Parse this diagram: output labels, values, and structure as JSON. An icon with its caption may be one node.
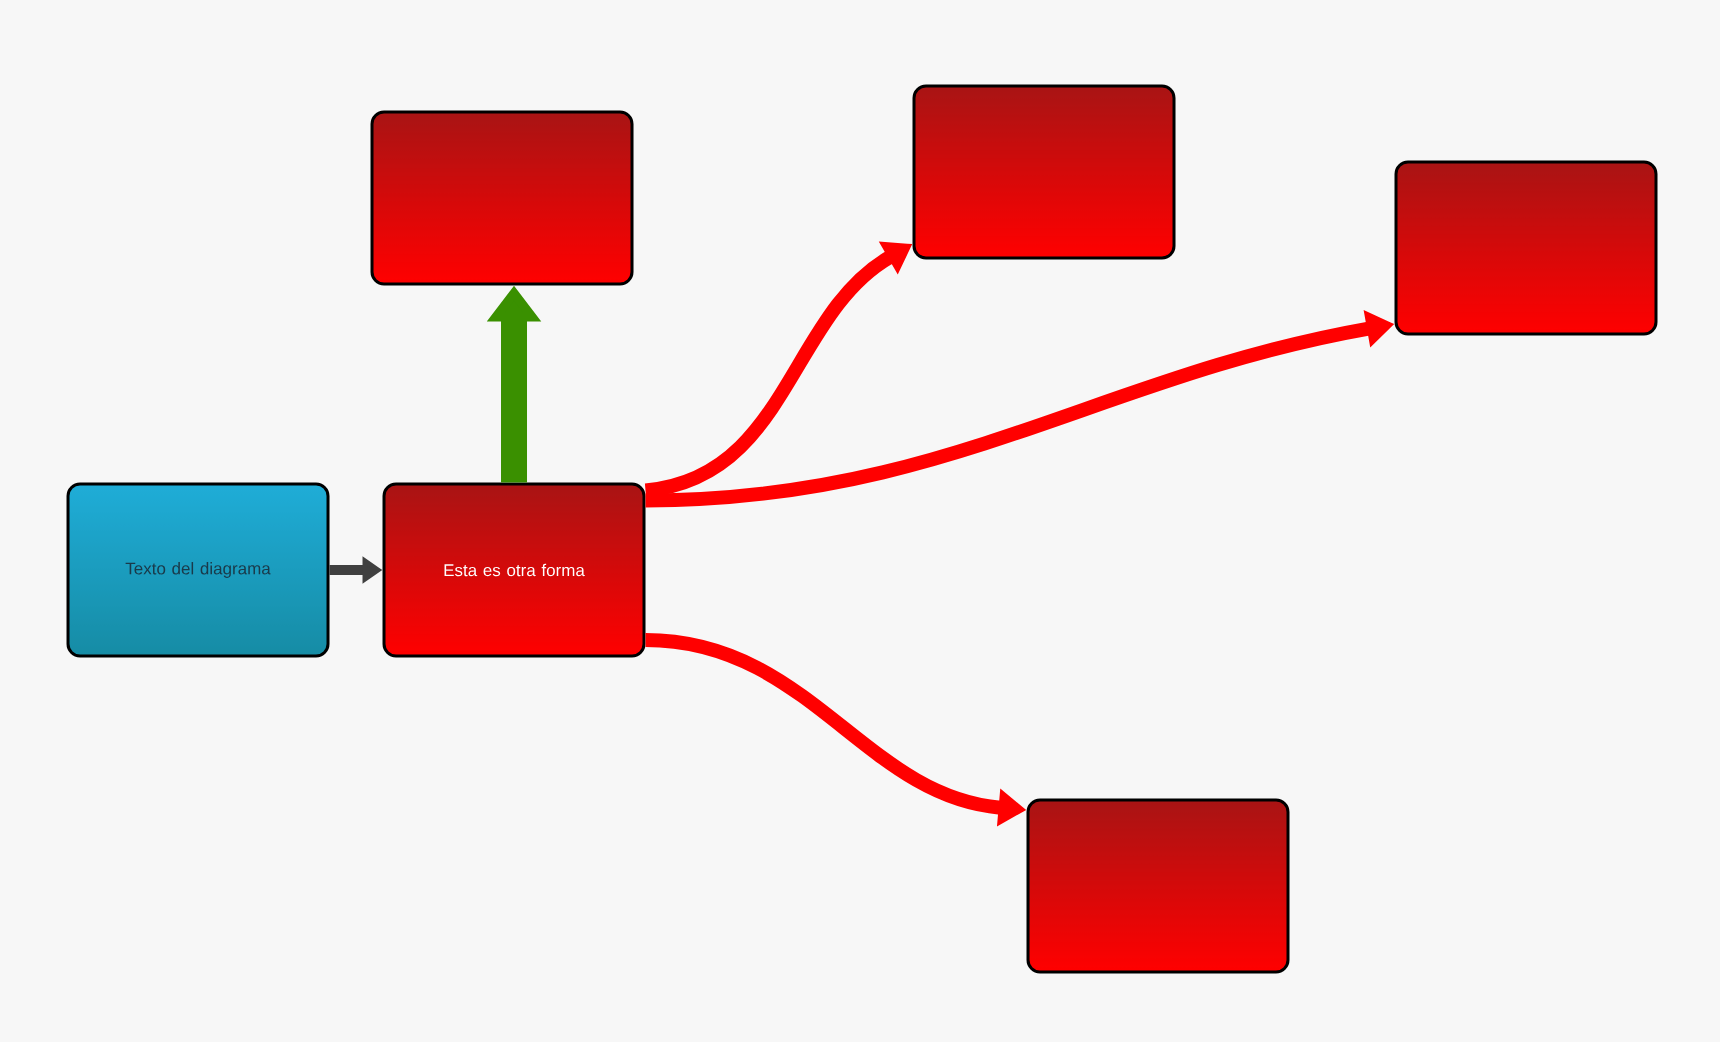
{
  "diagram": {
    "nodes": [
      {
        "text": [
          "Texto del diagrama"
        ]
      },
      {
        "text": [
          "Esta es otra forma"
        ]
      },
      {
        "text": [],
        "shape": "box"
      },
      {
        "text": [],
        "shape": "box"
      },
      {
        "text": [],
        "shape": "box"
      },
      {
        "text": [],
        "shape": "box"
      }
    ],
    "edges": [
      {
        "from": 0,
        "to": 1,
        "arrow": "to",
        "color": "#404040"
      },
      {
        "from": 1,
        "to": 2,
        "arrow": "to",
        "style": "thick",
        "color": "#3a9000"
      },
      {
        "from": 1,
        "to": 3,
        "arrow": "to"
      },
      {
        "from": 1,
        "to": 4,
        "arrow": "to"
      },
      {
        "from": 1,
        "to": 5,
        "arrow": "to"
      }
    ]
  }
}
